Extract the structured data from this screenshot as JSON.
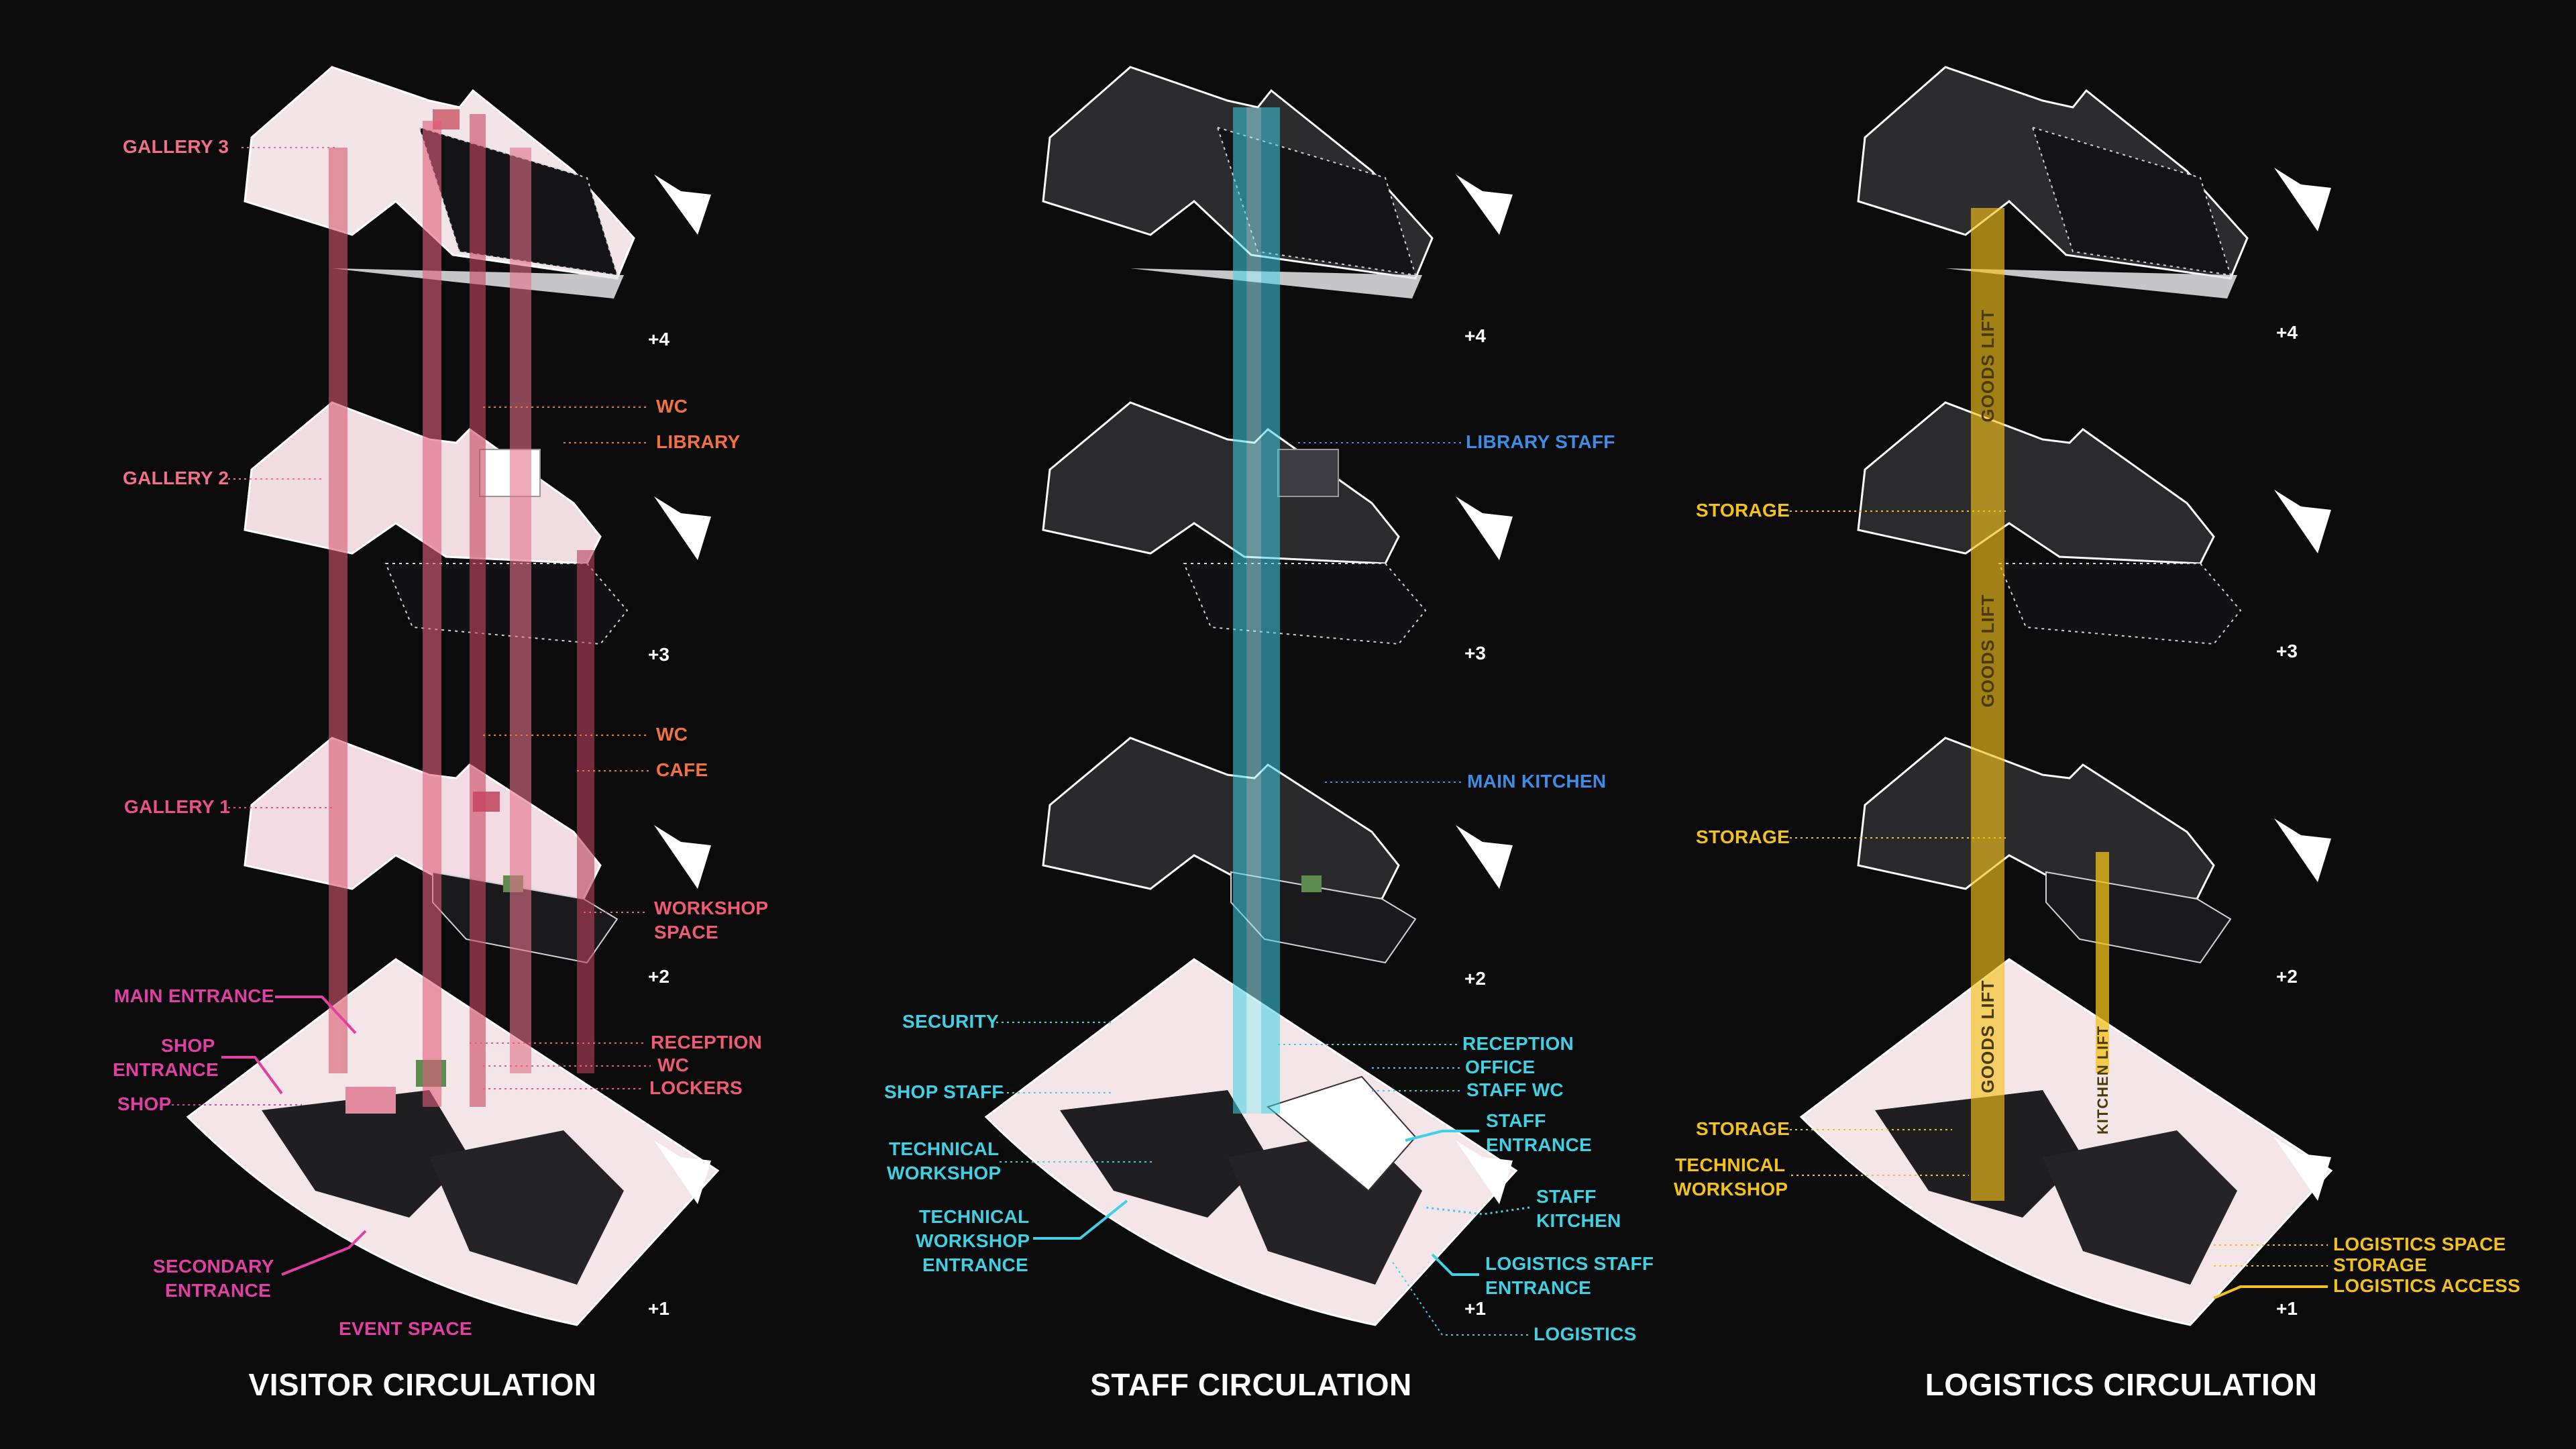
{
  "panels": [
    {
      "id": "visitor",
      "title": "VISITOR CIRCULATION",
      "levels": [
        "+4",
        "+3",
        "+2",
        "+1"
      ],
      "colors": {
        "accent": "#f26f8a",
        "plate": "#f4e3e6",
        "orange": "#f2723f",
        "magenta": "#e13fa3"
      },
      "labels": {
        "gallery3": "GALLERY 3",
        "wc1": "WC",
        "library": "LIBRARY",
        "gallery2": "GALLERY 2",
        "wc2": "WC",
        "cafe": "CAFE",
        "gallery1": "GALLERY 1",
        "workshop1": "WORKSHOP",
        "workshop2": "SPACE",
        "main_entrance": "MAIN ENTRANCE",
        "shop_entrance1": "SHOP",
        "shop_entrance2": "ENTRANCE",
        "shop": "SHOP",
        "reception": "RECEPTION",
        "wc3": "WC",
        "lockers": "LOCKERS",
        "secondary1": "SECONDARY",
        "secondary2": "ENTRANCE",
        "event_space": "EVENT SPACE"
      }
    },
    {
      "id": "staff",
      "title": "STAFF CIRCULATION",
      "levels": [
        "+4",
        "+3",
        "+2",
        "+1"
      ],
      "colors": {
        "accent": "#3fd1e3",
        "blue": "#3d8de6"
      },
      "labels": {
        "library_staff": "LIBRARY STAFF",
        "main_kitchen": "MAIN KITCHEN",
        "security": "SECURITY",
        "reception": "RECEPTION",
        "office": "OFFICE",
        "staff_wc": "STAFF WC",
        "shop_staff": "SHOP STAFF",
        "staff_entrance1": "STAFF",
        "staff_entrance2": "ENTRANCE",
        "tech_workshop1": "TECHNICAL",
        "tech_workshop2": "WORKSHOP",
        "staff_kitchen1": "STAFF",
        "staff_kitchen2": "KITCHEN",
        "twe1": "TECHNICAL",
        "twe2": "WORKSHOP",
        "twe3": "ENTRANCE",
        "logistics_staff1": "LOGISTICS STAFF",
        "logistics_staff2": "ENTRANCE",
        "logistics": "LOGISTICS"
      }
    },
    {
      "id": "logistics",
      "title": "LOGISTICS CIRCULATION",
      "levels": [
        "+4",
        "+3",
        "+2",
        "+1"
      ],
      "colors": {
        "accent": "#f2c21a",
        "shaft": "#c9a21a"
      },
      "labels": {
        "storage_top": "STORAGE",
        "storage_mid": "STORAGE",
        "storage_low": "STORAGE",
        "tech_workshop1": "TECHNICAL",
        "tech_workshop2": "WORKSHOP",
        "logistics_space": "LOGISTICS SPACE",
        "storage_right": "STORAGE",
        "logistics_access": "LOGISTICS ACCESS",
        "goods_lift_1": "GOODS LIFT",
        "goods_lift_2": "GOODS LIFT",
        "goods_lift_3": "GOODS LIFT",
        "kitchen_lift": "KITCHEN LIFT"
      }
    }
  ]
}
